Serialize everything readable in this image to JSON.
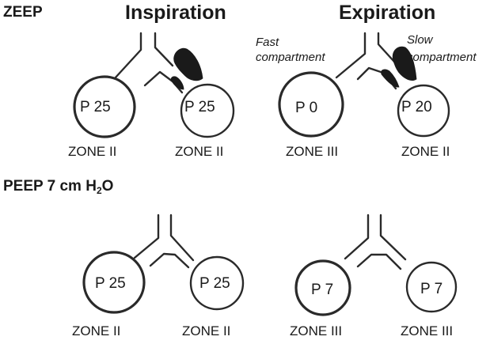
{
  "headers": {
    "zeep": "ZEEP",
    "inspiration": "Inspiration",
    "expiration": "Expiration",
    "peep_main": "PEEP 7 cm H",
    "peep_sub": "2",
    "peep_tail": "O"
  },
  "annotations": {
    "fast_line1": "Fast",
    "fast_line2": "compartment",
    "slow_line1": "Slow",
    "slow_line2": "compartment"
  },
  "zeep_inspiration": {
    "left_pressure": "P 25",
    "right_pressure": "P 25",
    "left_zone": "ZONE II",
    "right_zone": "ZONE II"
  },
  "zeep_expiration": {
    "left_pressure": "P 0",
    "right_pressure": "P 20",
    "left_zone": "ZONE III",
    "right_zone": "ZONE II"
  },
  "peep_inspiration": {
    "left_pressure": "P 25",
    "right_pressure": "P 25",
    "left_zone": "ZONE II",
    "right_zone": "ZONE II"
  },
  "peep_expiration": {
    "left_pressure": "P 7",
    "right_pressure": "P 7",
    "left_zone": "ZONE III",
    "right_zone": "ZONE III"
  }
}
